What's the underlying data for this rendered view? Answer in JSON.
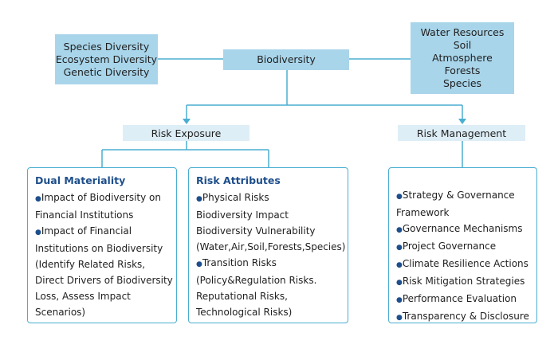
{
  "center": {
    "label": "Biodiversity"
  },
  "left_box": {
    "lines": [
      "Species Diversity",
      "Ecosystem Diversity",
      "Genetic Diversity"
    ]
  },
  "right_box": {
    "lines": [
      "Water Resources",
      "Soil",
      "Atmosphere",
      "Forests",
      "Species"
    ]
  },
  "risk_exposure": {
    "label": "Risk Exposure"
  },
  "risk_management": {
    "label": "Risk Management"
  },
  "dual_materiality": {
    "title": "Dual Materiality",
    "lines": [
      {
        "bullet": true,
        "text": "Impact of Biodiversity on"
      },
      {
        "bullet": false,
        "text": "Financial Institutions"
      },
      {
        "bullet": true,
        "text": "Impact of Financial"
      },
      {
        "bullet": false,
        "text": "Institutions on Biodiversity"
      },
      {
        "bullet": false,
        "text": "(Identify Related Risks,"
      },
      {
        "bullet": false,
        "text": "Direct Drivers of Biodiversity"
      },
      {
        "bullet": false,
        "text": "Loss, Assess Impact"
      },
      {
        "bullet": false,
        "text": "Scenarios)"
      }
    ]
  },
  "risk_attributes": {
    "title": "Risk Attributes",
    "lines": [
      {
        "bullet": true,
        "text": "Physical Risks"
      },
      {
        "bullet": false,
        "text": "Biodiversity Impact"
      },
      {
        "bullet": false,
        "text": "Biodiversity Vulnerability"
      },
      {
        "bullet": false,
        "text": "(Water,Air,Soil,Forests,Species)"
      },
      {
        "bullet": true,
        "text": "Transition Risks"
      },
      {
        "bullet": false,
        "text": "(Policy&Regulation Risks."
      },
      {
        "bullet": false,
        "text": "Reputational Risks,"
      },
      {
        "bullet": false,
        "text": "Technological Risks)"
      }
    ]
  },
  "management_list": {
    "lines": [
      {
        "bullet": true,
        "text": "Strategy & Governance"
      },
      {
        "bullet": false,
        "text": "Framework"
      },
      {
        "bullet": true,
        "text": "Governance Mechanisms"
      },
      {
        "bullet": true,
        "text": "Project Governance"
      },
      {
        "bullet": true,
        "text": "Climate Resilience Actions"
      },
      {
        "bullet": true,
        "text": "Risk Mitigation Strategies"
      },
      {
        "bullet": true,
        "text": "Performance Evaluation"
      },
      {
        "bullet": true,
        "text": "Transparency & Disclosure"
      }
    ]
  },
  "colors": {
    "box_blue": "#a9d5ea",
    "box_light": "#deeef7",
    "line": "#4aaed1",
    "heading": "#1e4f8c"
  }
}
